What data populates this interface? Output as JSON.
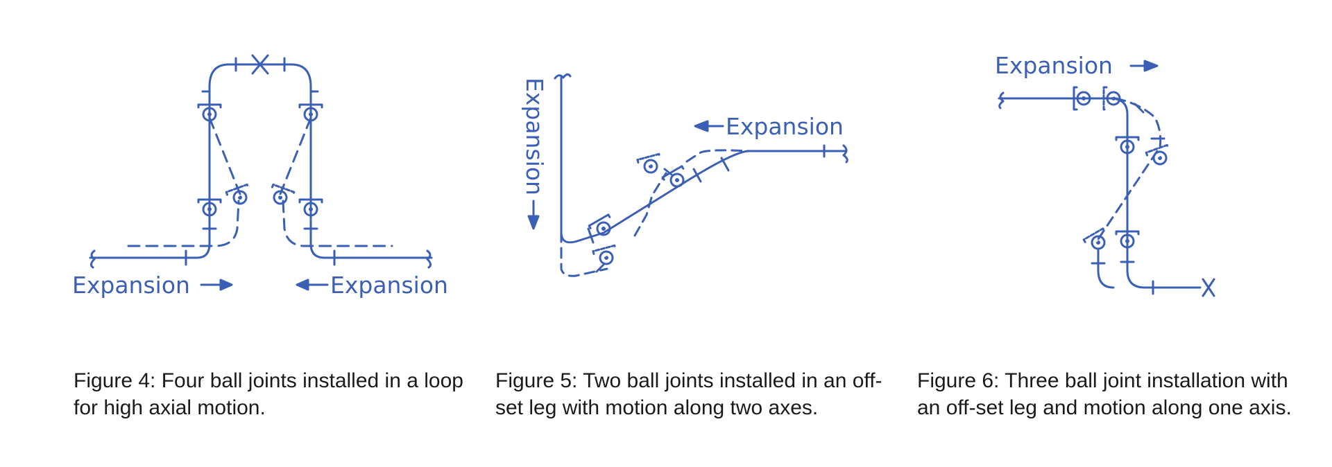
{
  "theme": {
    "line_color": "#3a5fb5",
    "caption_color": "#1a1a1a"
  },
  "figures": [
    {
      "labels": {
        "expansion_left": "Expansion",
        "expansion_right": "Expansion"
      },
      "caption": "Figure 4: Four ball joints installed in a loop for high axial motion."
    },
    {
      "labels": {
        "expansion_vertical": "Expansion",
        "expansion_horizontal": "Expansion"
      },
      "caption": "Figure 5: Two ball joints installed in an off-set leg with motion along two axes."
    },
    {
      "labels": {
        "expansion_top": "Expansion"
      },
      "caption": "Figure 6: Three ball joint installation with an off-set leg and motion along one axis."
    }
  ]
}
